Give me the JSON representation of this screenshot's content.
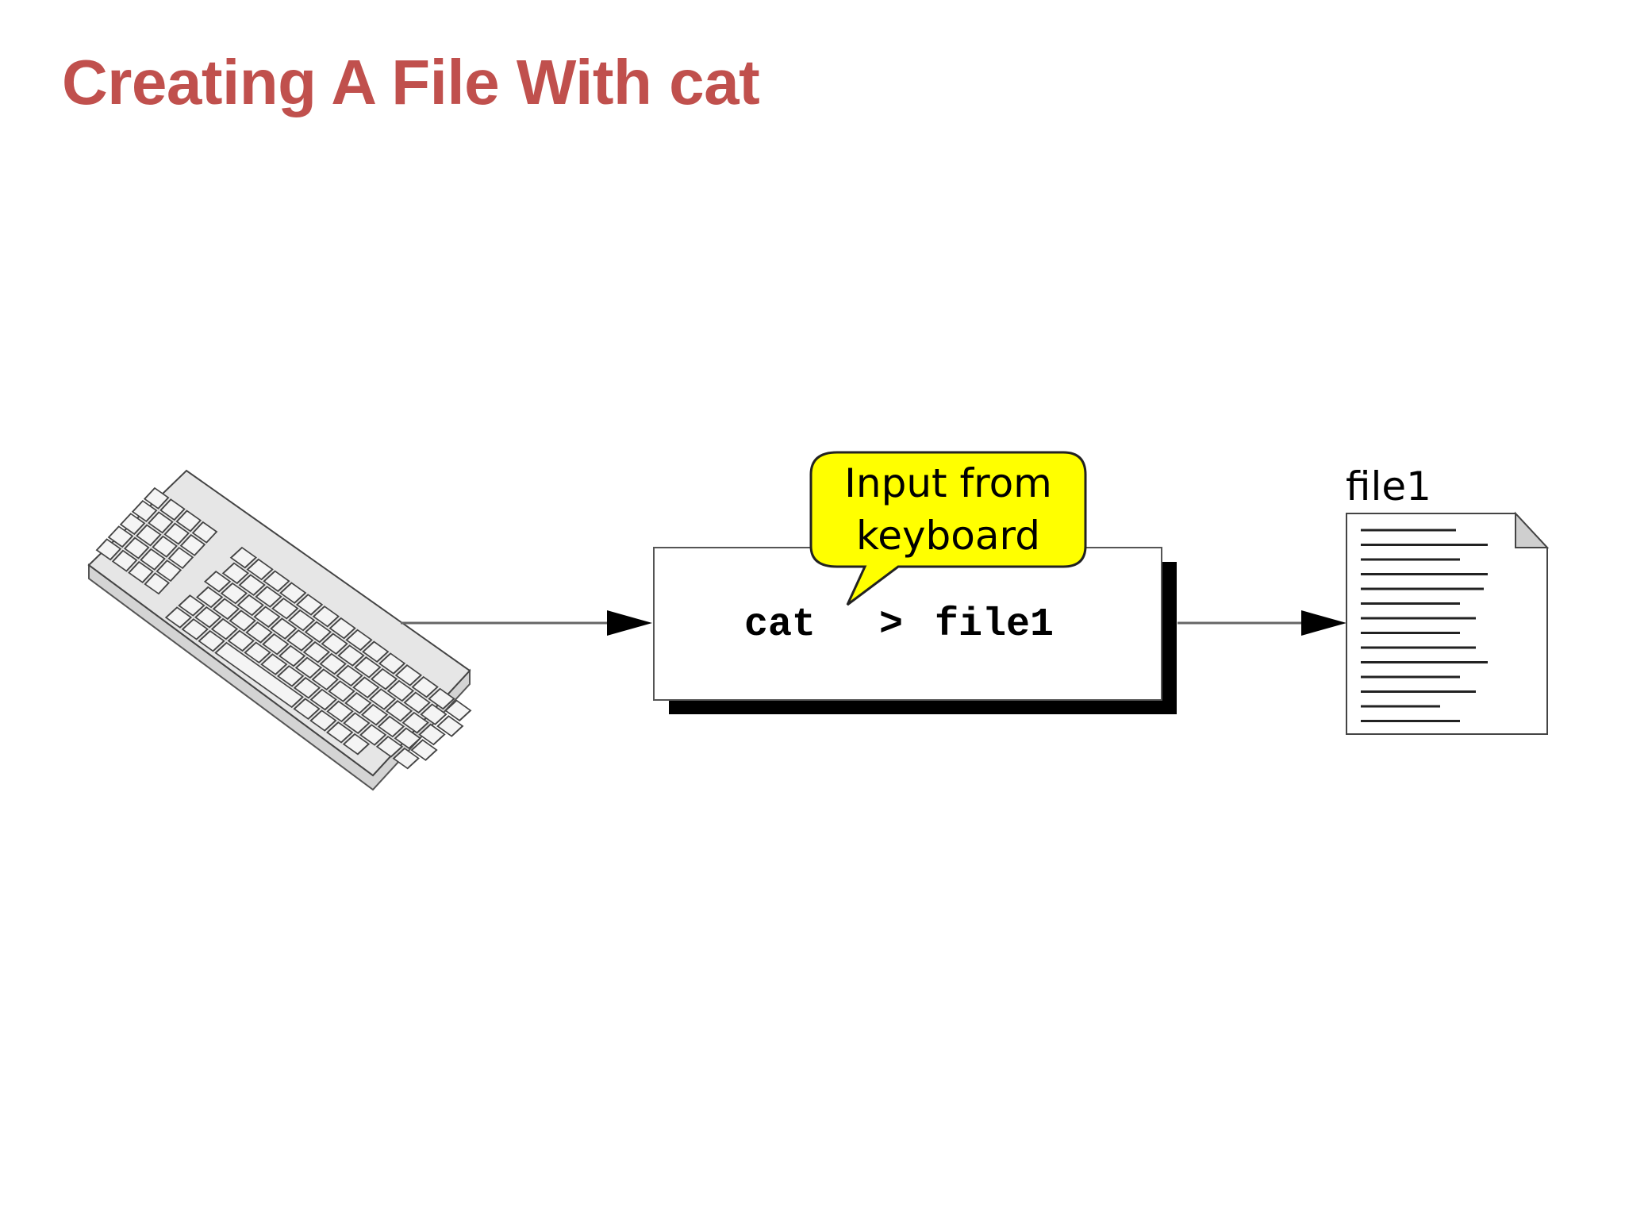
{
  "slide": {
    "title": "Creating A File With cat"
  },
  "diagram": {
    "command_parts": [
      "cat",
      ">",
      "file1"
    ],
    "callout_lines": [
      "Input from",
      "keyboard"
    ],
    "file_label": "file1",
    "colors": {
      "title": "#c0504d",
      "callout_fill": "#ffff00",
      "line": "#666666",
      "shadow": "#000000"
    },
    "icons": [
      "keyboard-icon",
      "document-icon",
      "arrow-right-icon"
    ]
  }
}
